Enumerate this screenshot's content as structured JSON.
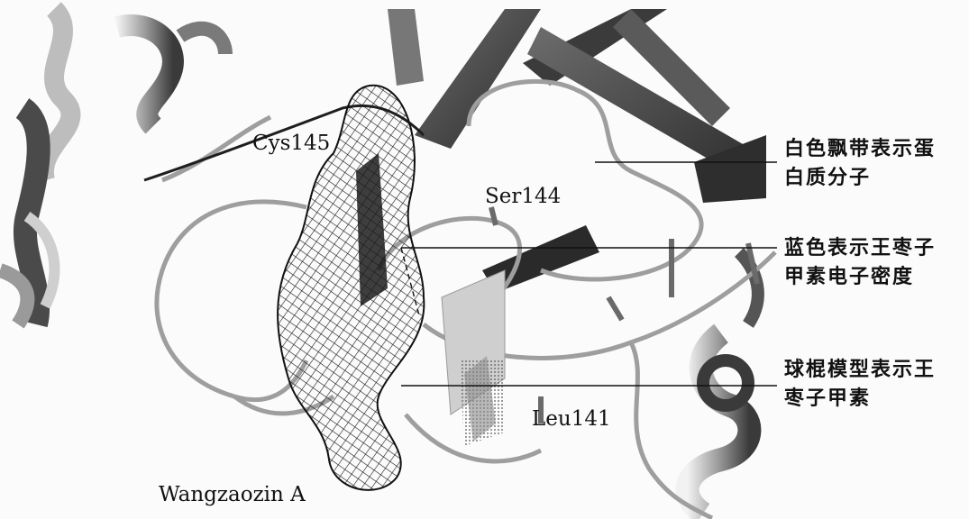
{
  "labels": {
    "cys145": "Cys145",
    "ser144": "Ser144",
    "leu141": "Leu141",
    "ligand": "Wangzaozin A"
  },
  "legend": {
    "white_ribbon": {
      "line1": "白色飘带表示蛋",
      "line2": "白质分子"
    },
    "blue_density": {
      "line1": "蓝色表示王枣子",
      "line2": "甲素电子密度"
    },
    "ball_stick": {
      "line1": "球棍模型表示王",
      "line2": "枣子甲素"
    }
  },
  "colors": {
    "background": "#fbfbfb",
    "ribbon_dark": "#2b2b2b",
    "ribbon_light": "#cfcfcf",
    "mesh": "#1a1a1a",
    "text": "#111111"
  }
}
